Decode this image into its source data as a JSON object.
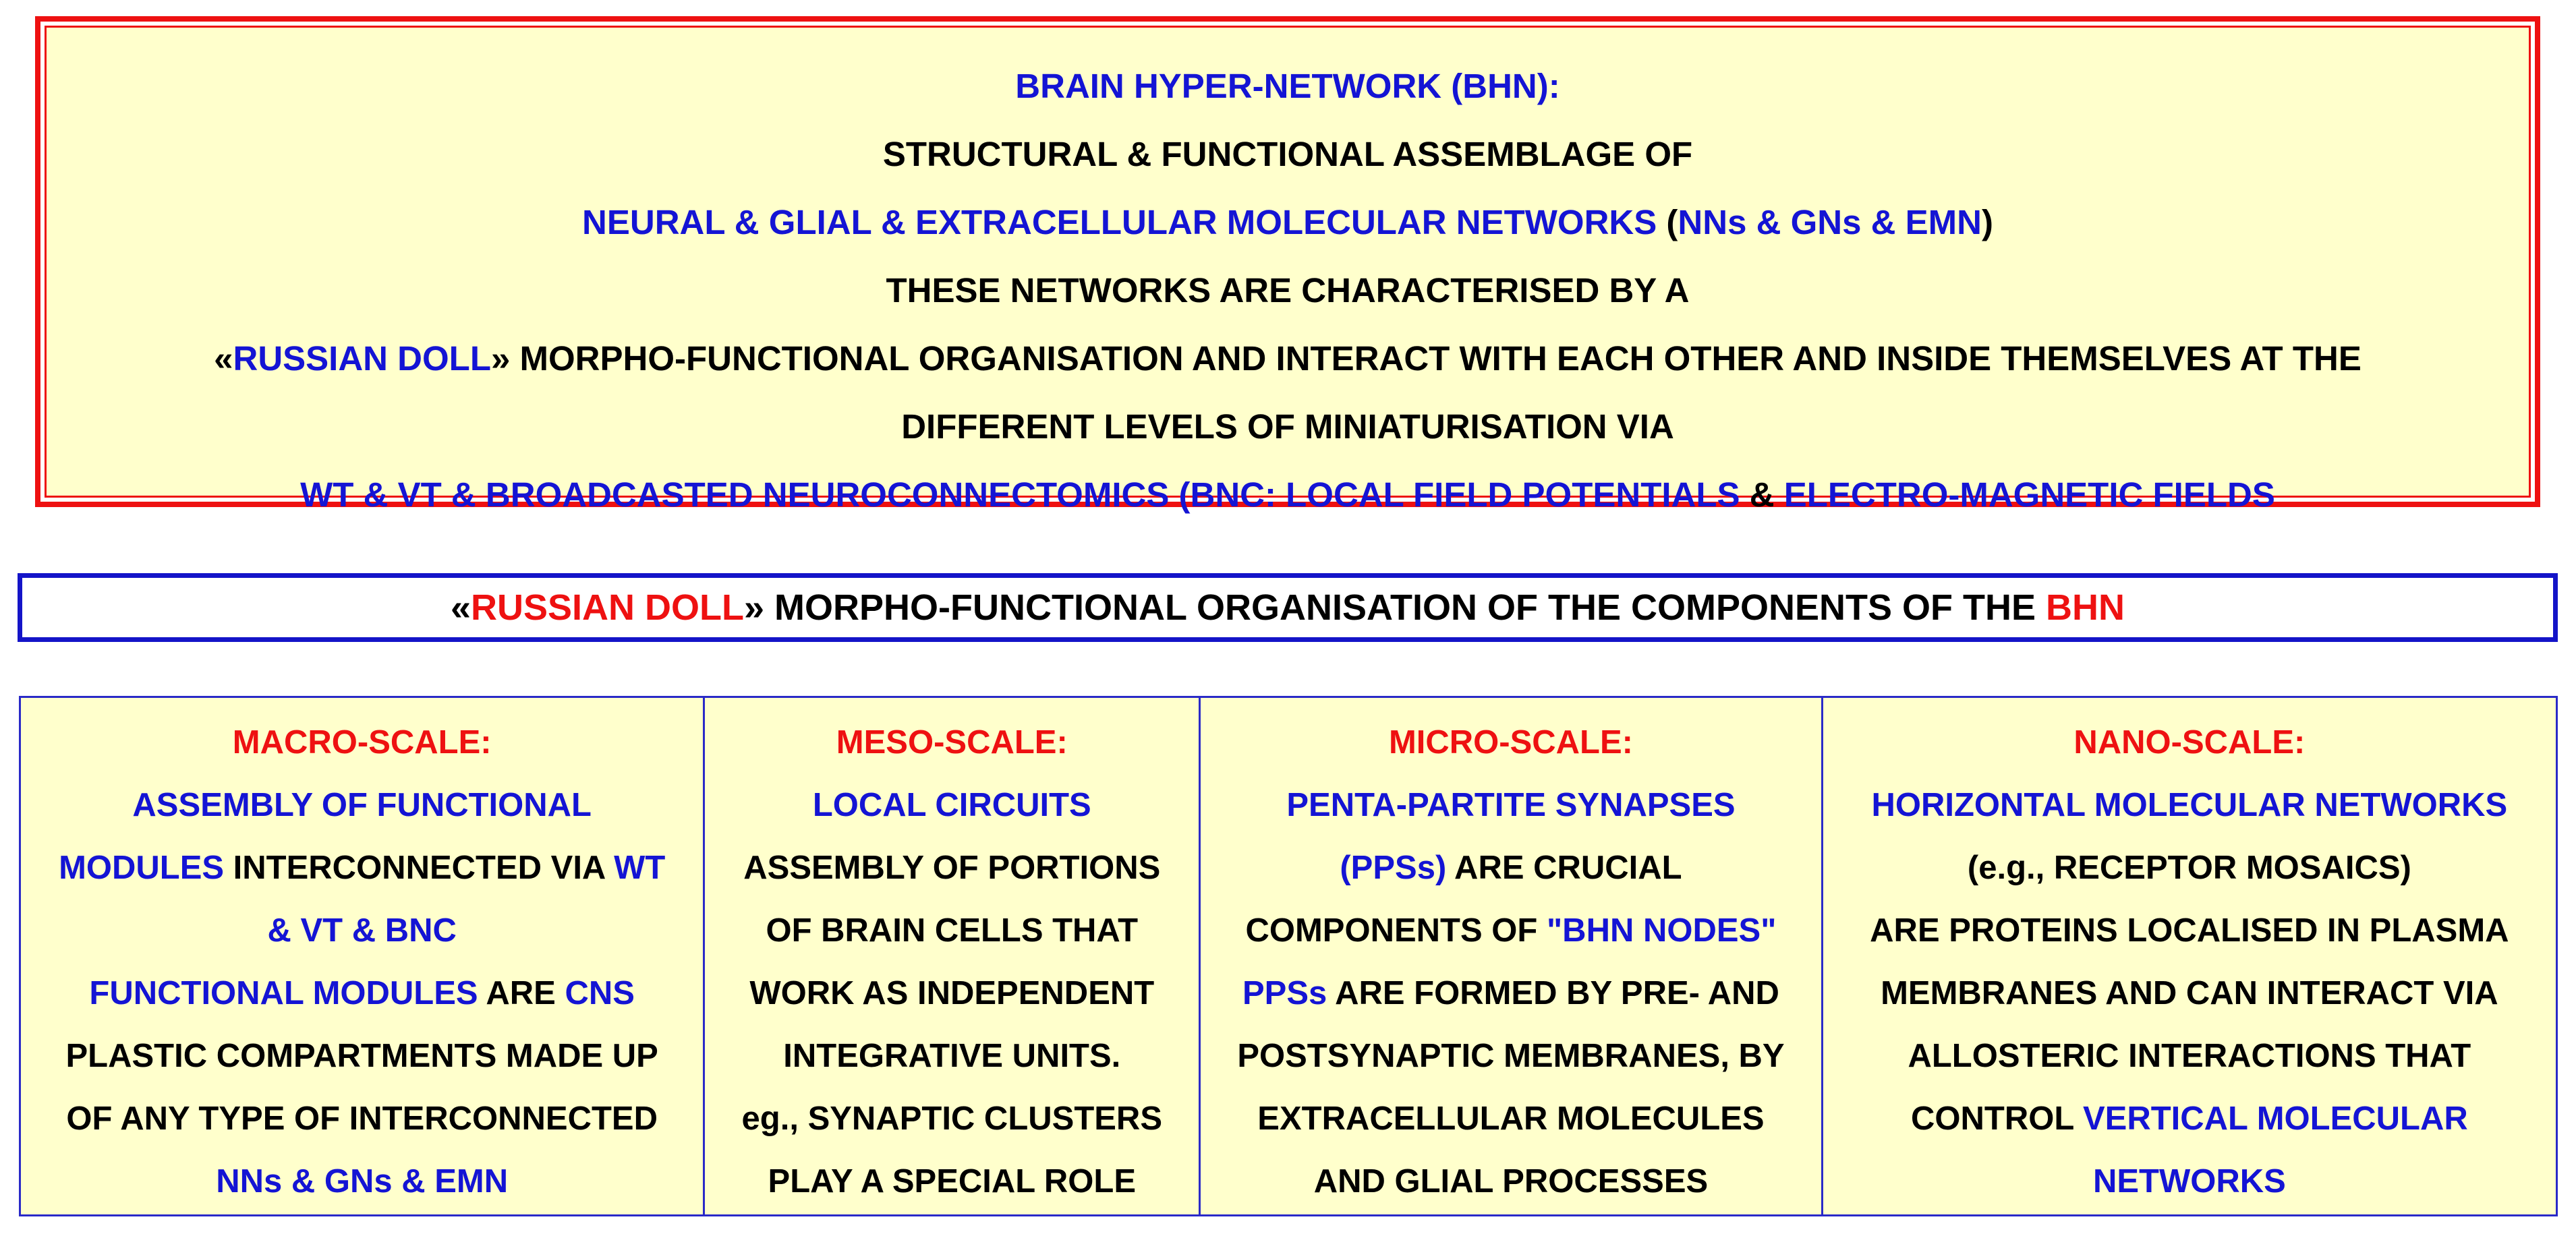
{
  "top_box": {
    "line1": "BRAIN HYPER-NETWORK (BHN):",
    "line2": "STRUCTURAL & FUNCTIONAL ASSEMBLAGE OF",
    "line3_blue": "NEURAL & GLIAL & EXTRACELLULAR MOLECULAR NETWORKS",
    "line3_open": " (",
    "line3_abbr": "NNs & GNs & EMN",
    "line3_close": ")",
    "line4": "THESE NETWORKS ARE CHARACTERISED BY A",
    "line5_open": "«",
    "line5_blue": "RUSSIAN DOLL",
    "line5_rest": "» MORPHO-FUNCTIONAL ORGANISATION AND INTERACT WITH EACH OTHER AND INSIDE THEMSELVES AT THE",
    "line6": "DIFFERENT LEVELS OF MINIATURISATION VIA",
    "line7_a": "WT & VT & BROADCASTED NEUROCONNECTOMICS (BNC: LOCAL FIELD POTENTIALS",
    "line7_amp": " & ",
    "line7_b": "ELECTRO-MAGNETIC FIELDS"
  },
  "title_bar": {
    "open": "«",
    "red1": "RUSSIAN DOLL",
    "middle": "» MORPHO-FUNCTIONAL ORGANISATION OF THE COMPONENTS OF THE ",
    "red2": "BHN"
  },
  "columns": {
    "macro": {
      "heading": "MACRO-SCALE:",
      "l1": "ASSEMBLY OF FUNCTIONAL",
      "l2_blue": "MODULES",
      "l2_black": " INTERCONNECTED VIA ",
      "l2_blue2": "WT",
      "l3": "& VT & BNC",
      "l4_blue": "FUNCTIONAL MODULES",
      "l4_black": " ARE ",
      "l4_blue2": "CNS",
      "l5": "PLASTIC COMPARTMENTS MADE UP",
      "l6": "OF  ANY TYPE OF INTERCONNECTED",
      "l7": "NNs & GNs & EMN"
    },
    "meso": {
      "heading": "MESO-SCALE:",
      "l1": "LOCAL CIRCUITS",
      "l2": "ASSEMBLY OF PORTIONS",
      "l3": "OF BRAIN CELLS THAT",
      "l4": "WORK AS  INDEPENDENT",
      "l5": "INTEGRATIVE UNITS.",
      "l6": "eg., SYNAPTIC CLUSTERS",
      "l7": "PLAY A SPECIAL ROLE"
    },
    "micro": {
      "heading": "MICRO-SCALE:",
      "l1": "PENTA-PARTITE SYNAPSES",
      "l2_blue": "(PPSs)",
      "l2_black": " ARE CRUCIAL",
      "l3_black": "COMPONENTS OF ",
      "l3_blue": "\"BHN NODES\"",
      "l4_blue": "PPSs",
      "l4_black": " ARE FORMED BY PRE- AND",
      "l5": "POSTSYNAPTIC MEMBRANES, BY",
      "l6": "EXTRACELLULAR MOLECULES",
      "l7": "AND GLIAL PROCESSES"
    },
    "nano": {
      "heading": "NANO-SCALE:",
      "l1": "HORIZONTAL MOLECULAR NETWORKS",
      "l2": "(e.g., RECEPTOR MOSAICS)",
      "l3": "ARE PROTEINS LOCALISED IN PLASMA",
      "l4": "MEMBRANES AND CAN INTERACT VIA",
      "l5": "ALLOSTERIC INTERACTIONS THAT",
      "l6_black": "CONTROL ",
      "l6_blue": "VERTICAL MOLECULAR",
      "l7": "NETWORKS"
    }
  },
  "colors": {
    "blue": "#1414d4",
    "red": "#ee1111",
    "panel_fill": "#ffffcc"
  }
}
